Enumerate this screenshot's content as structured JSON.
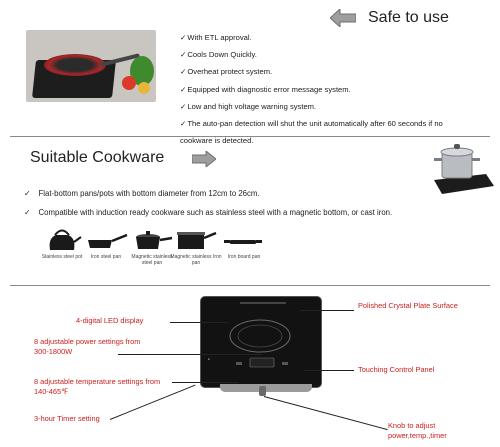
{
  "safety": {
    "title": "Safe to use",
    "check_mark": "✓",
    "items": [
      "With ETL approval.",
      "Cools Down Quickly.",
      "Overheat protect system.",
      "Equipped with diagnostic error message system.",
      "Low and high voltage warning system.",
      "The auto-pan detection will shut the unit automatically after 60 seconds if no"
    ],
    "items_continuation": "cookware is detected."
  },
  "cookware": {
    "title": "Suitable Cookware",
    "bullet": "✓",
    "items": [
      "Flat-bottom pans/pots with bottom diameter from 12cm to 26cm.",
      "Compatible with induction ready cookware such as stainless steel with a magnetic bottom, or cast iron."
    ],
    "types": [
      "Stainless steel pot",
      "Iron steel pan",
      "Magnetic stainless steel pan",
      "Magnetic stainless Iron pan",
      "Iron board pan"
    ]
  },
  "diagram": {
    "callouts": {
      "led": "4-digital LED display",
      "power": "8 adjustable power settings from 300-1800W",
      "temperature": "8 adjustable temperature settings from 140-465℉",
      "timer": "3-hour Timer setting",
      "surface": "Polished Crystal Plate Surface",
      "touch": "Touching Control Panel",
      "knob": "Knob to adjust power,temp.,timer"
    },
    "callout_color": "#c9211e"
  }
}
